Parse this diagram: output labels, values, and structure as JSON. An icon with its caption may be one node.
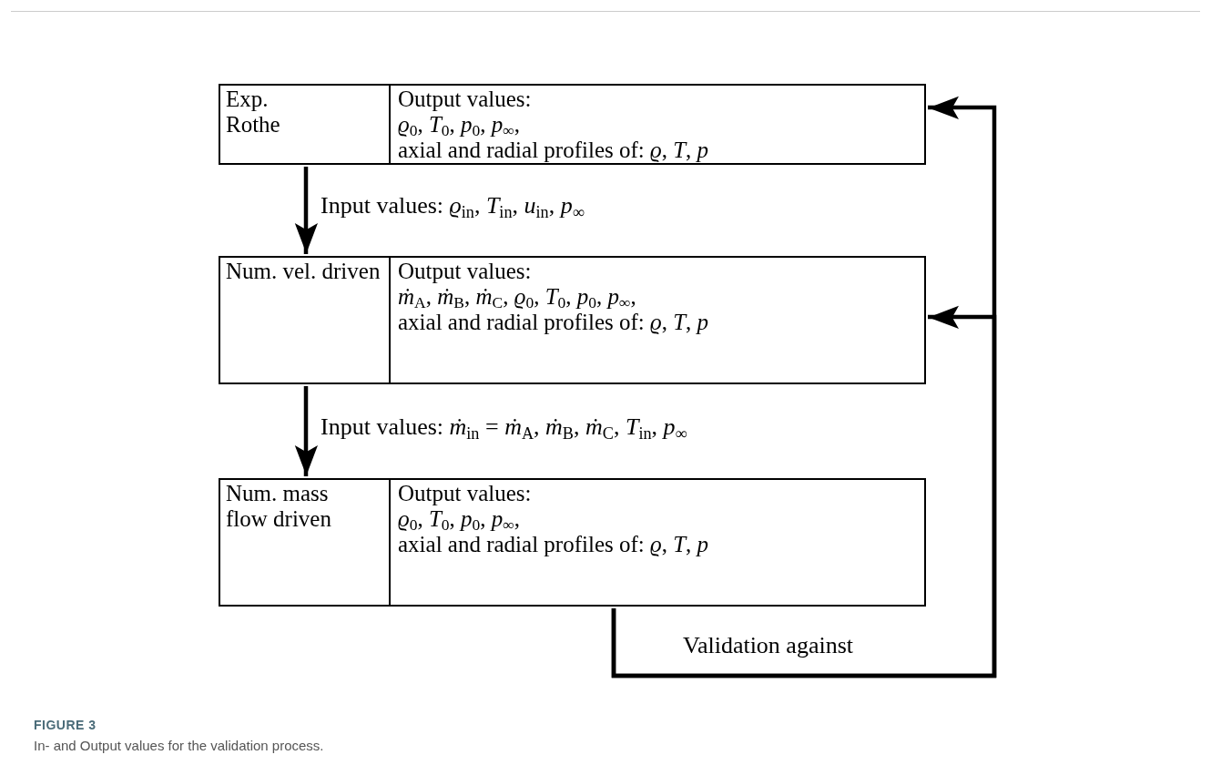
{
  "diagram": {
    "title": "FIGURE 3",
    "caption": "In- and Output values for the validation process.",
    "nodes": [
      {
        "text": [
          "Exp. Rothe",
          "Output values:",
          "*ϱ*$_{0}$, *T*$_{0}$, *p*$_{0}$, *p*$_{∞}$,",
          "axial and radial profiles of: *ϱ*, *T*, *p*"
        ]
      },
      {
        "text": [
          "Num. vel. driven",
          "Output values:",
          "*ṁ*$_{A}$, *ṁ*$_{B}$, *ṁ*$_{C}$, *ϱ*$_{0}$, *T*$_{0}$, *p*$_{0}$, *p*$_{∞}$,",
          "axial and radial profiles of: *ϱ*, *T*, *p*"
        ]
      },
      {
        "text": [
          "Num. mass flow driven",
          "Output values:",
          "*ϱ*$_{0}$, *T*$_{0}$, *p*$_{0}$, *p*$_{∞}$,",
          "axial and radial profiles of: *ϱ*, *T*, *p*"
        ]
      }
    ],
    "edges": [
      {
        "from": 0,
        "to": 1,
        "arrow": "to",
        "label": "Input values: *ϱ*$_{in}$, *T*$_{in}$, *u*$_{in}$, *p*$_{∞}$"
      },
      {
        "from": 1,
        "to": 2,
        "arrow": "to",
        "label": "Input values: *ṁ*$_{in}$ = *ṁ*$_{A}$, *ṁ*$_{B}$, *ṁ*$_{C}$, *T*$_{in}$, *p*$_{∞}$"
      },
      {
        "from": 2,
        "to": 0,
        "arrow": "to",
        "label": "Validation against"
      },
      {
        "from": 2,
        "to": 1,
        "arrow": "to"
      }
    ]
  }
}
